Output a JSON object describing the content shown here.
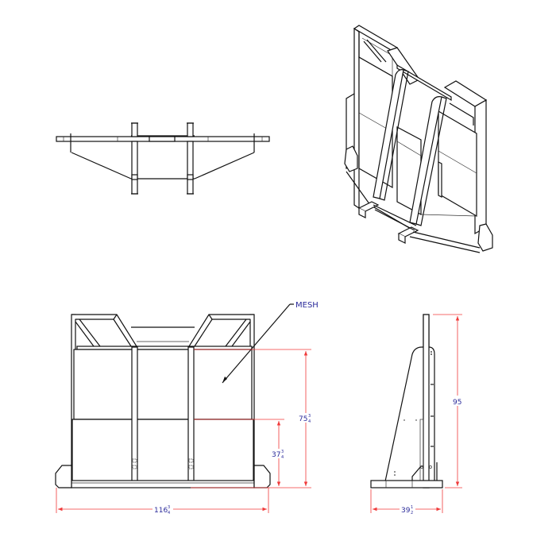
{
  "drawing": {
    "views": [
      "top-view",
      "isometric-view",
      "front-view",
      "side-view"
    ],
    "callouts": {
      "mesh_label": "MESH"
    },
    "dimensions": {
      "overall_width": {
        "whole": "116",
        "num": "3",
        "den": "4"
      },
      "mesh_height": {
        "whole": "75",
        "num": "3",
        "den": "4"
      },
      "lower_panel_height": {
        "whole": "37",
        "num": "3",
        "den": "4"
      },
      "overall_height": {
        "whole": "95"
      },
      "depth": {
        "whole": "39",
        "num": "1",
        "den": "2"
      }
    },
    "colors": {
      "line": "#111111",
      "dimension": "#f03a3a",
      "dimension_text": "#2a2a9a"
    }
  }
}
